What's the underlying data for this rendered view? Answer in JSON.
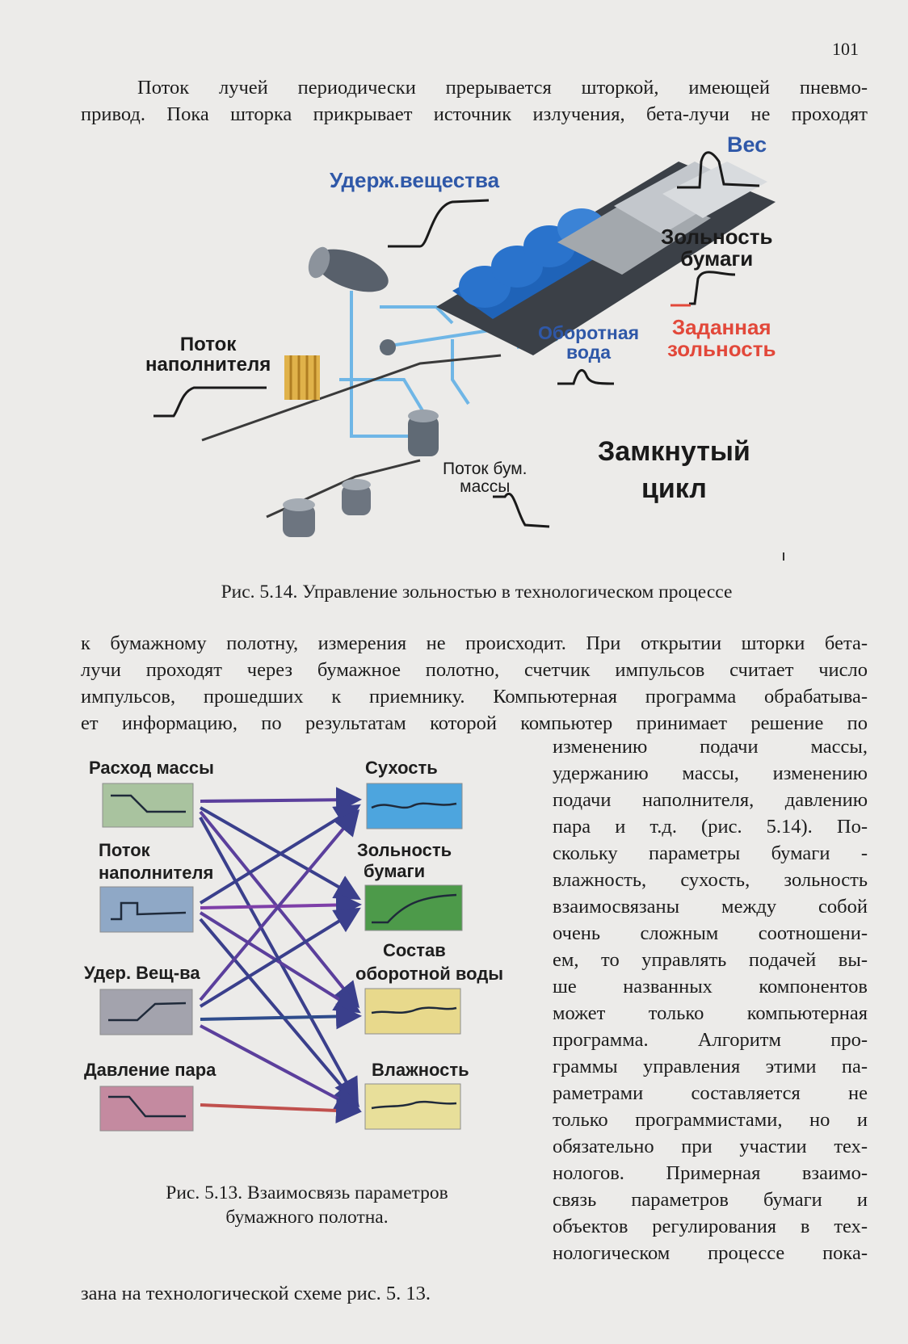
{
  "page_number": "101",
  "text": {
    "top_line1": "Поток лучей периодически прерывается шторкой, имеющей пневмо-",
    "top_line2": "привод. Пока шторка прикрывает источник излучения, бета-лучи не проходят",
    "mid_line1": "к бумажному полотну, измерения не происходит. При открытии шторки бета-",
    "mid_line2": "лучи проходят через бумажное полотно, счетчик импульсов считает число",
    "mid_line3": "импульсов, прошедших к приемнику. Компьютерная программа обрабатыва-",
    "mid_line4": "ет информацию, по результатам которой компьютер принимает решение по",
    "right_lines": [
      "изменению подачи массы,",
      "удержанию массы, изменению",
      "подачи наполнителя, давлению",
      "пара и т.д. (рис. 5.14). По-",
      "скольку параметры бумаги -",
      "влажность, сухость, зольность",
      "взаимосвязаны между собой",
      "очень сложным соотношени-",
      "ем, то управлять подачей вы-",
      "ше названных компонентов",
      "может только компьютерная",
      "программа. Алгоритм про-",
      "граммы управления этими па-",
      "раметрами составляется не",
      "только программистами, но и",
      "обязательно при участии тех-",
      "нологов. Примерная взаимо-",
      "связь параметров бумаги и",
      "объектов регулирования в тех-",
      "нологическом процессе пока-"
    ],
    "bottom_line": "зана на технологической схеме рис. 5. 13."
  },
  "figure_514": {
    "caption": "Рис. 5.14. Управление зольностью в технологическом процессе",
    "labels": {
      "ves": "Вес",
      "uderzh": "Удерж.вещества",
      "zolnost_line1": "Зольность",
      "zolnost_line2": "бумаги",
      "zadannaya_line1": "Заданная",
      "zadannaya_line2": "зольность",
      "oborot_line1": "Оборотная",
      "oborot_line2": "вода",
      "potok_nap_line1": "Поток",
      "potok_nap_line2": "наполнителя",
      "potok_bum_line1": "Поток бум.",
      "potok_bum_line2": "массы",
      "zamk_line1": "Замкнутый",
      "zamk_line2": "цикл"
    }
  },
  "figure_513": {
    "caption_line1": "Рис.  5.13.  Взаимосвязь параметров",
    "caption_line2": "бумажного полотна.",
    "inputs": [
      "Расход массы",
      "Поток",
      "наполнителя",
      "Удер. Вещ-ва",
      "Давление пара"
    ],
    "outputs": [
      "Сухость",
      "Зольность",
      "бумаги",
      "Состав",
      "оборотной воды",
      "Влажность"
    ],
    "colors": {
      "input_1": "#a9c39f",
      "input_2": "#8fa8c6",
      "input_3": "#a3a3ad",
      "input_4": "#c48aa0",
      "output_1": "#4da5de",
      "output_2": "#4d9a4a",
      "output_3": "#e8d98c",
      "output_4": "#e8df9a"
    }
  }
}
